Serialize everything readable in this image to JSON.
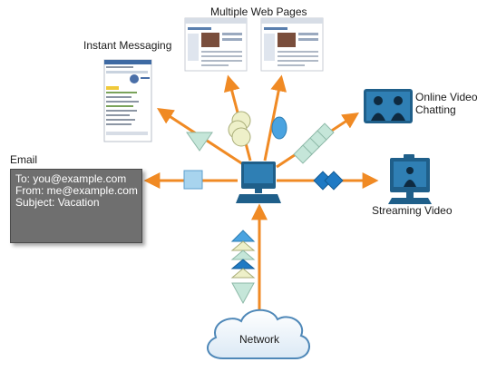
{
  "labels": {
    "web_pages": "Multiple Web Pages",
    "instant_messaging": "Instant Messaging",
    "video_chat_line1": "Online Video",
    "video_chat_line2": "Chatting",
    "email": "Email",
    "streaming_video": "Streaming Video",
    "network": "Network"
  },
  "email": {
    "to": "To: you@example.com",
    "from": "From: me@example.com",
    "subject": "Subject: Vacation"
  },
  "colors": {
    "arrow": "#f08a24",
    "shape_fill": "#c5e6d9",
    "monitor": "#1f5f8a",
    "screen": "#2f7fb4",
    "cloud_stroke": "#4f88b8",
    "email_bg": "#6f6f6f"
  }
}
